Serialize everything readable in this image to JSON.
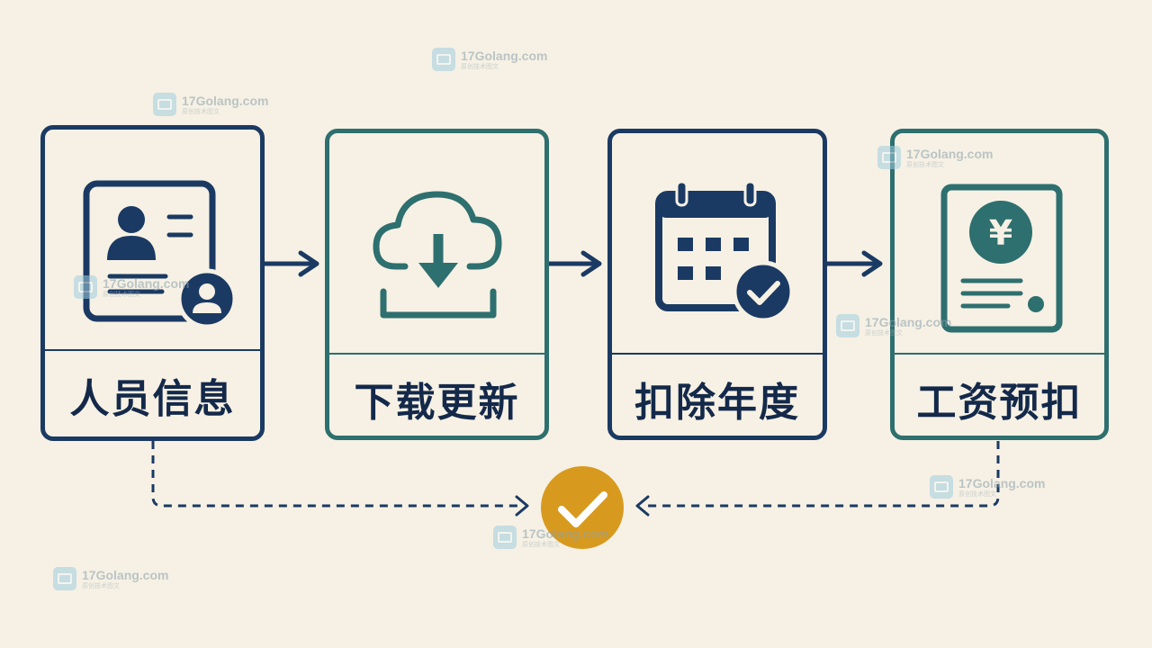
{
  "steps": [
    {
      "label": "人员信息",
      "icon": "id-card-user-icon",
      "color": "#1b3a63"
    },
    {
      "label": "下载更新",
      "icon": "cloud-download-icon",
      "color": "#2e6f6f"
    },
    {
      "label": "扣除年度",
      "icon": "calendar-check-icon",
      "color": "#1b3a63"
    },
    {
      "label": "工资预扣",
      "icon": "yuan-document-icon",
      "color": "#2e6f6f"
    }
  ],
  "icons": {
    "yuan_symbol": "¥"
  },
  "result": {
    "icon": "check-circle-icon",
    "color": "#d89a1e"
  },
  "watermark": {
    "site": "17Golang.com",
    "subtitle": "原创技术图文"
  },
  "colors": {
    "navy": "#1b3a63",
    "teal": "#2e6f6f",
    "gold": "#d89a1e",
    "background": "#f6f1e4"
  }
}
